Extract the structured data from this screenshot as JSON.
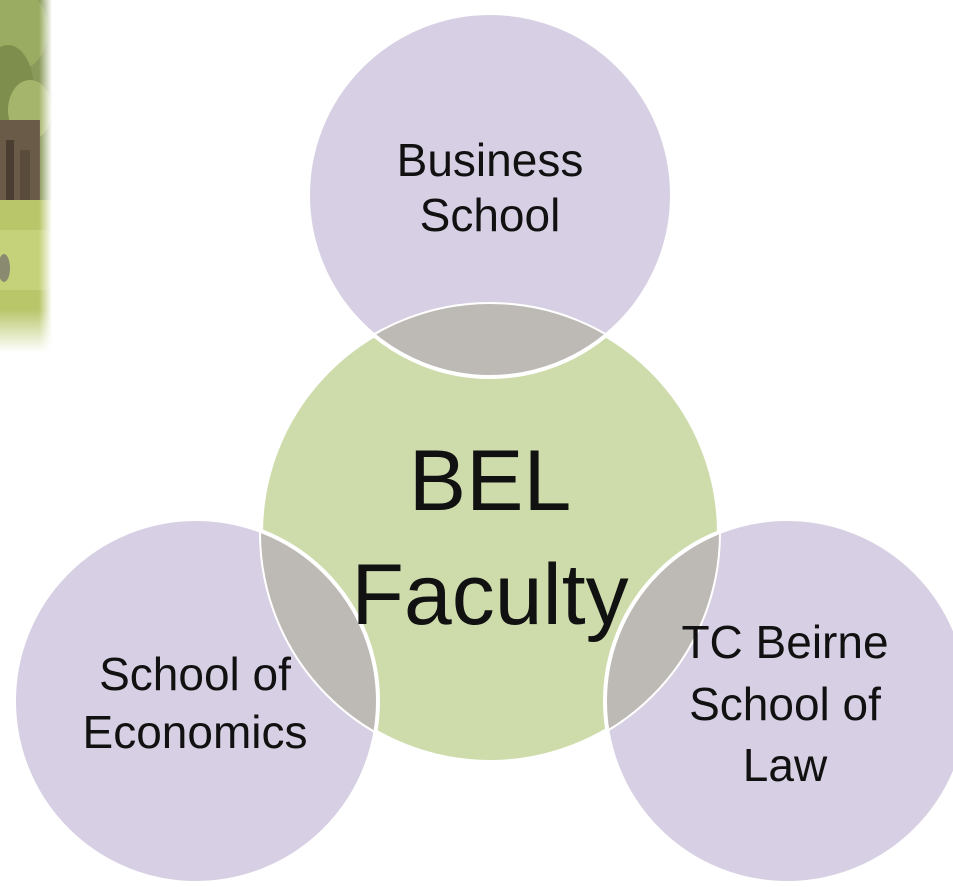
{
  "diagram": {
    "center": {
      "lines": [
        "BEL",
        "Faculty"
      ],
      "color": "#cedcac"
    },
    "satellites": [
      {
        "id": "business",
        "lines": [
          "Business",
          "School"
        ],
        "color": "#d7cfe3"
      },
      {
        "id": "economics",
        "lines": [
          "School of",
          "Economics"
        ],
        "color": "#d7cfe3"
      },
      {
        "id": "law",
        "lines": [
          "TC Beirne",
          "School of",
          "Law"
        ],
        "color": "#d7cfe3"
      }
    ],
    "overlap_color": "#bdbab6"
  }
}
